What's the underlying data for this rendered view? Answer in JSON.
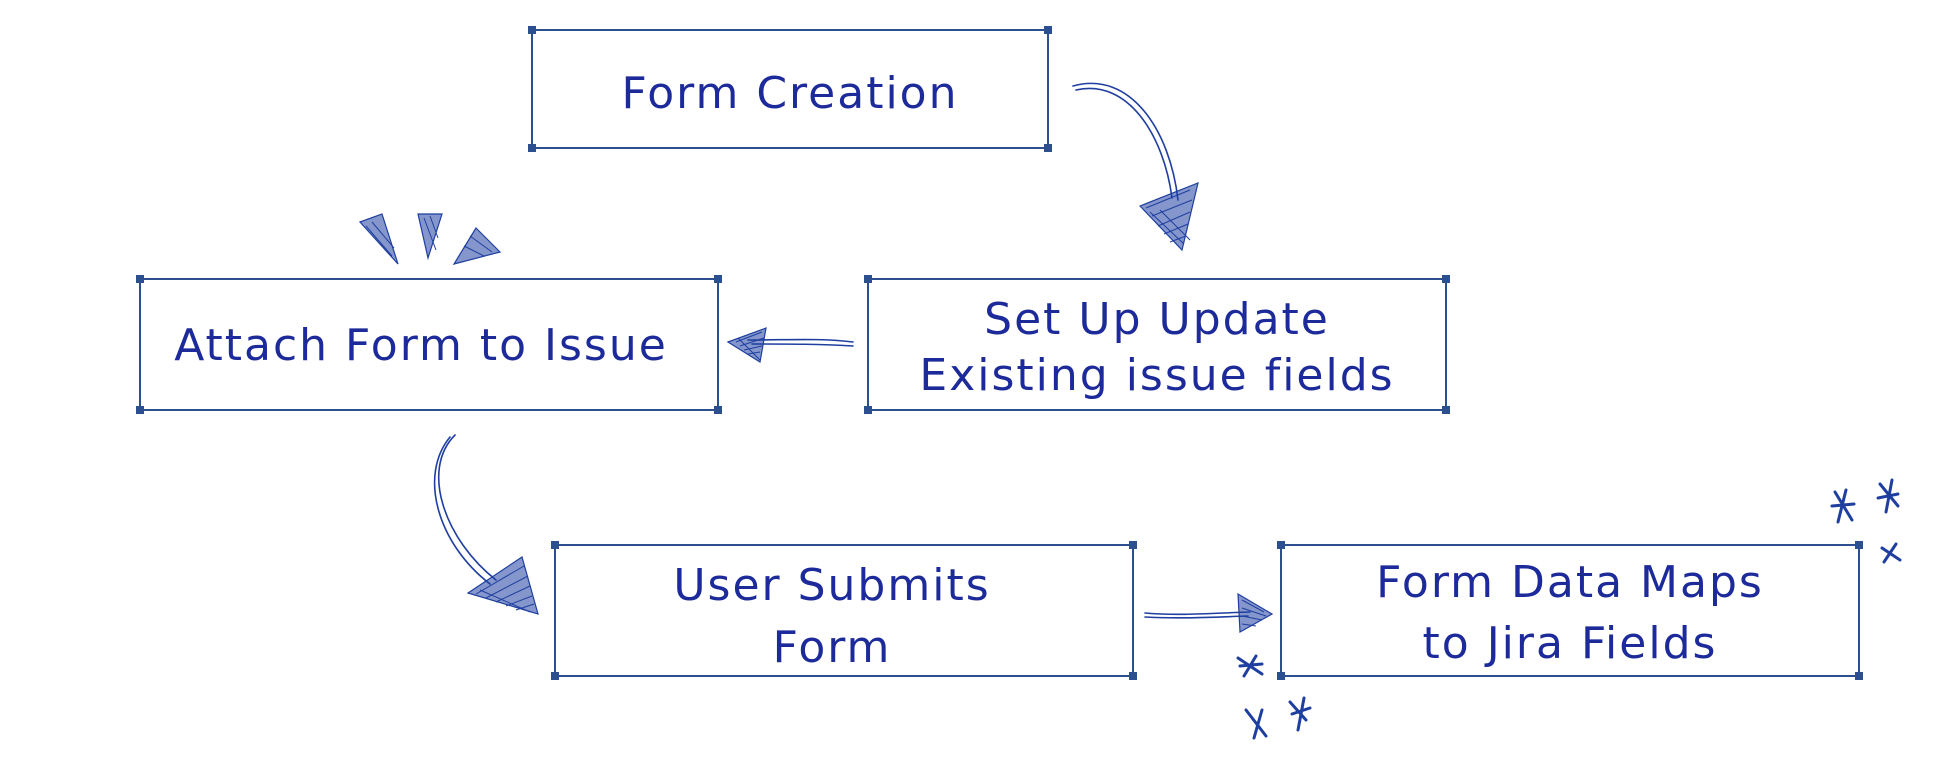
{
  "colors": {
    "text": "#1d2a9a",
    "box_border": "#2b4f8f",
    "arrow": "#1f3fa0",
    "background": "#ffffff"
  },
  "steps": [
    {
      "id": "form-creation",
      "lines": [
        "Form Creation"
      ]
    },
    {
      "id": "set-up-update",
      "lines": [
        "Set Up Update",
        "Existing issue fields"
      ]
    },
    {
      "id": "attach-form",
      "lines": [
        "Attach Form to Issue"
      ]
    },
    {
      "id": "user-submits",
      "lines": [
        "User Submits",
        "Form"
      ]
    },
    {
      "id": "form-data-maps",
      "lines": [
        "Form Data Maps",
        "to Jira Fields"
      ]
    }
  ],
  "flow": [
    {
      "from": "form-creation",
      "to": "set-up-update"
    },
    {
      "from": "set-up-update",
      "to": "attach-form"
    },
    {
      "from": "attach-form",
      "to": "user-submits"
    },
    {
      "from": "user-submits",
      "to": "form-data-maps"
    }
  ]
}
